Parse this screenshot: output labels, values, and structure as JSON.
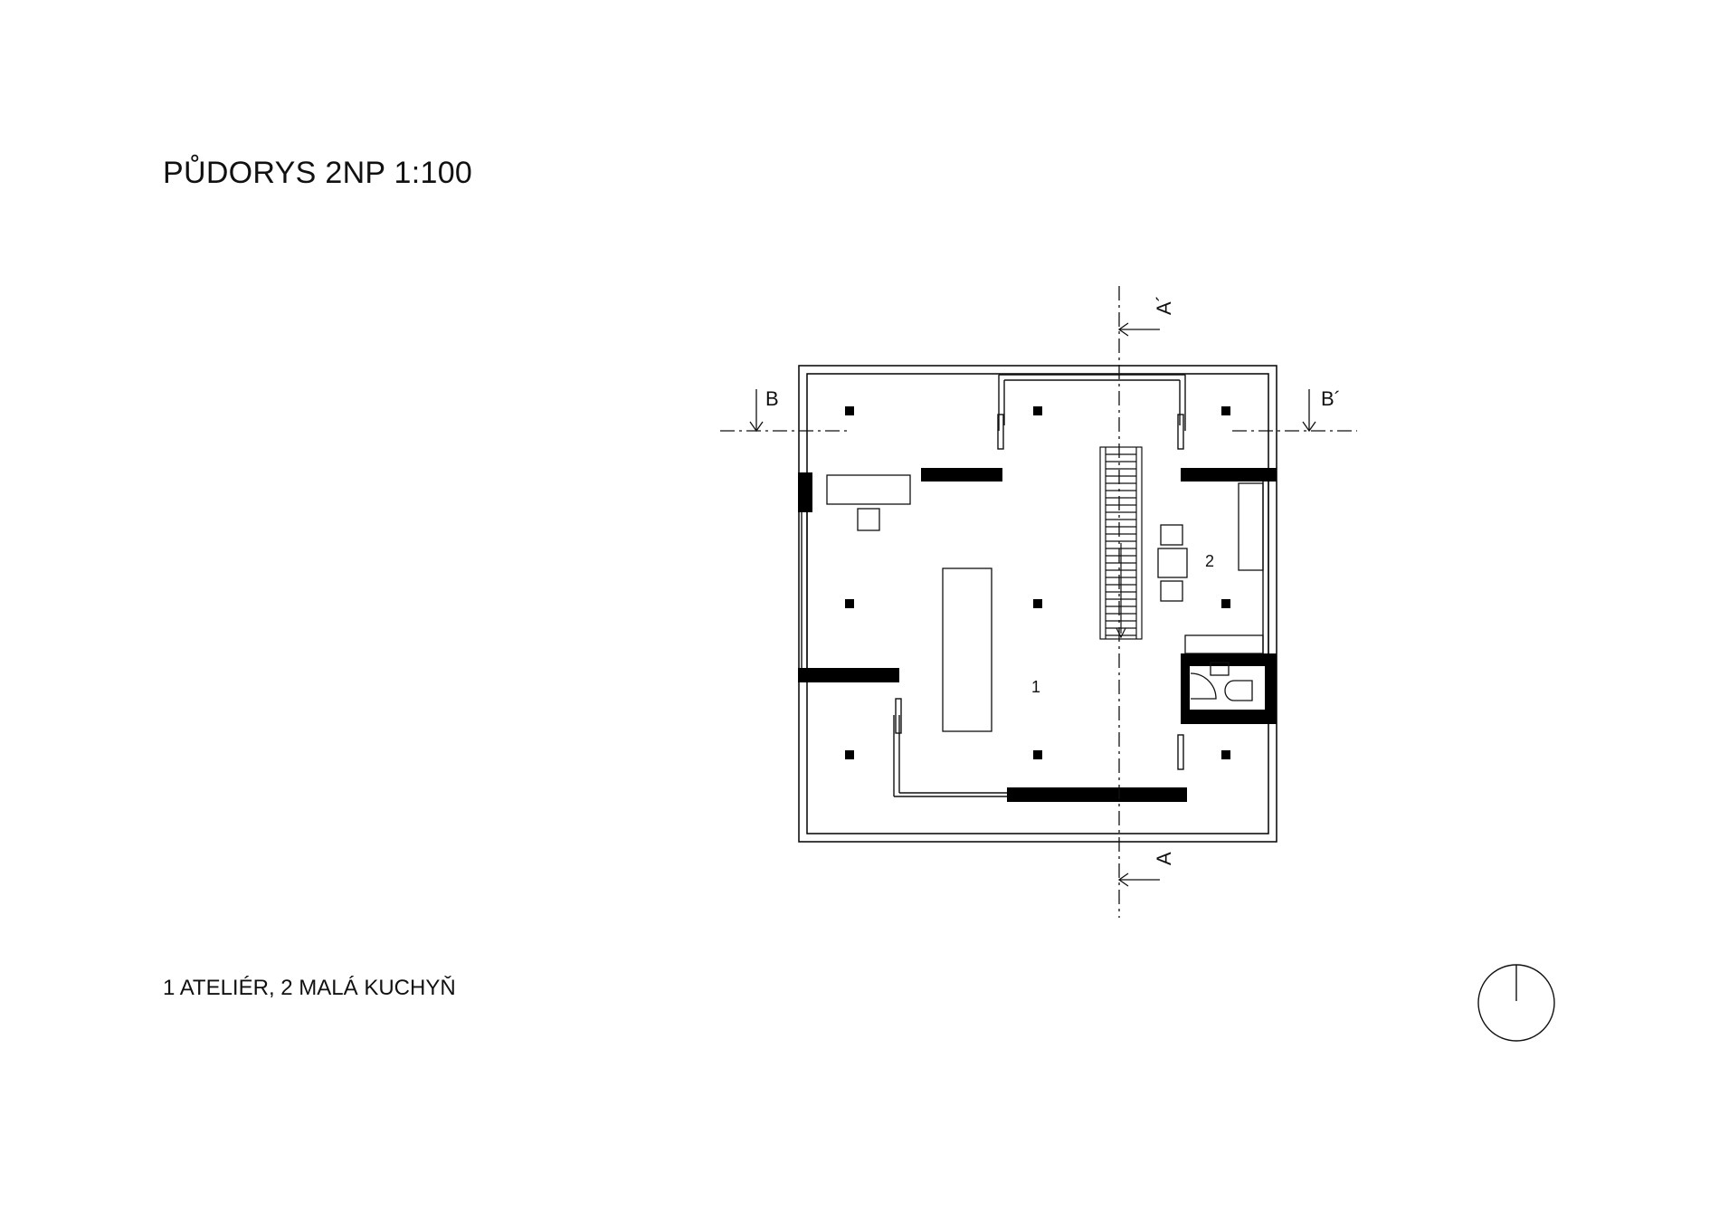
{
  "drawing": {
    "title": "PŮDORYS 2NP 1:100",
    "legend": "1 ATELIÉR, 2 MALÁ KUCHYŇ"
  },
  "rooms": [
    {
      "number": "1",
      "name": "ATELIÉR"
    },
    {
      "number": "2",
      "name": "MALÁ KUCHYŇ"
    }
  ],
  "section_marks": {
    "a": "A",
    "a_prime": "A´",
    "b": "B",
    "b_prime": "B´"
  },
  "north_arrow": {
    "present": true,
    "icon": "north-arrow-icon"
  },
  "colors": {
    "line": "#111111",
    "wall": "#000000",
    "background": "#ffffff"
  }
}
